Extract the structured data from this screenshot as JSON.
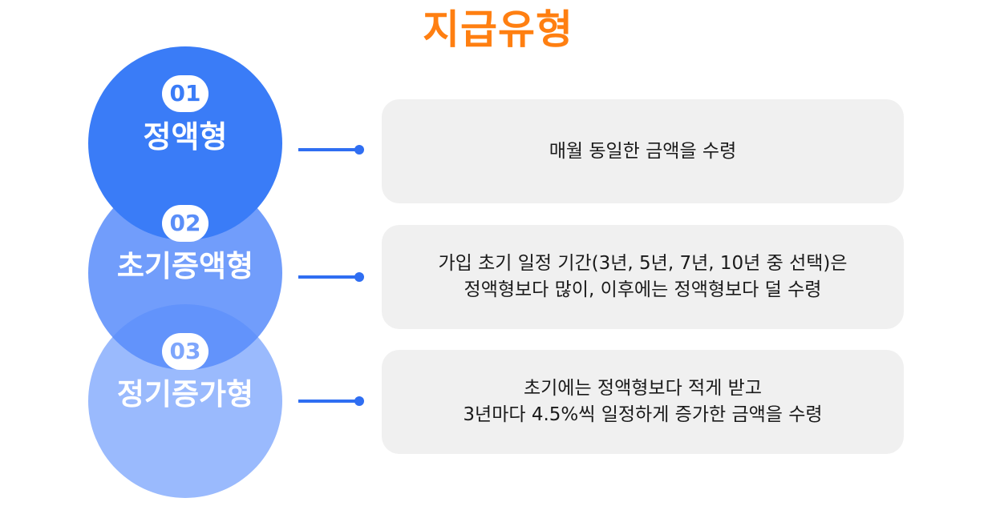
{
  "colors": {
    "title": "#ff7f11",
    "circle_1": "#3a7cf7",
    "circle_2": "rgba(88, 140, 250, 0.85)",
    "circle_3": "rgba(126, 166, 252, 0.78)",
    "badge_text_1": "#3a7cf7",
    "badge_text_2": "#5a8ef8",
    "badge_text_3": "#7ea6fc",
    "connector": "#2f6ef2",
    "card_bg": "#f0f0f0",
    "card_text": "#1a1a1a"
  },
  "title": "지급유형",
  "steps": [
    {
      "number": "01",
      "name": "정액형",
      "description": [
        "매월 동일한 금액을 수령"
      ]
    },
    {
      "number": "02",
      "name": "초기증액형",
      "description": [
        "가입 초기 일정 기간(3년, 5년, 7년, 10년 중 선택)은",
        "정액형보다 많이, 이후에는 정액형보다 덜 수령"
      ]
    },
    {
      "number": "03",
      "name": "정기증가형",
      "description": [
        "초기에는 정액형보다 적게 받고",
        "3년마다 4.5%씩 일정하게 증가한 금액을 수령"
      ]
    }
  ]
}
